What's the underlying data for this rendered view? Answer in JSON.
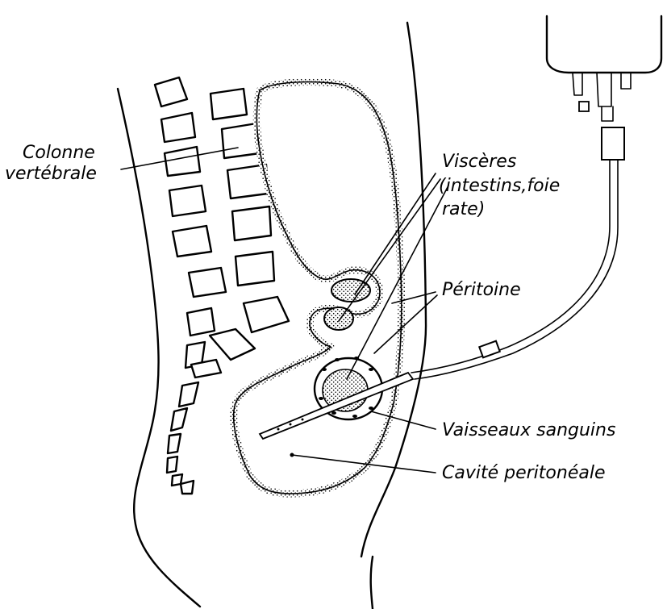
{
  "diagram": {
    "labels": {
      "spine_line1": "Colonne",
      "spine_line2": "vertébrale",
      "viscera_line1": "Viscères",
      "viscera_line2": "(intestins,foie",
      "viscera_line3": "rate)",
      "peritoneum": "Péritoine",
      "blood_vessels": "Vaisseaux sanguins",
      "peritoneal_cavity": "Cavité peritonéale"
    }
  }
}
